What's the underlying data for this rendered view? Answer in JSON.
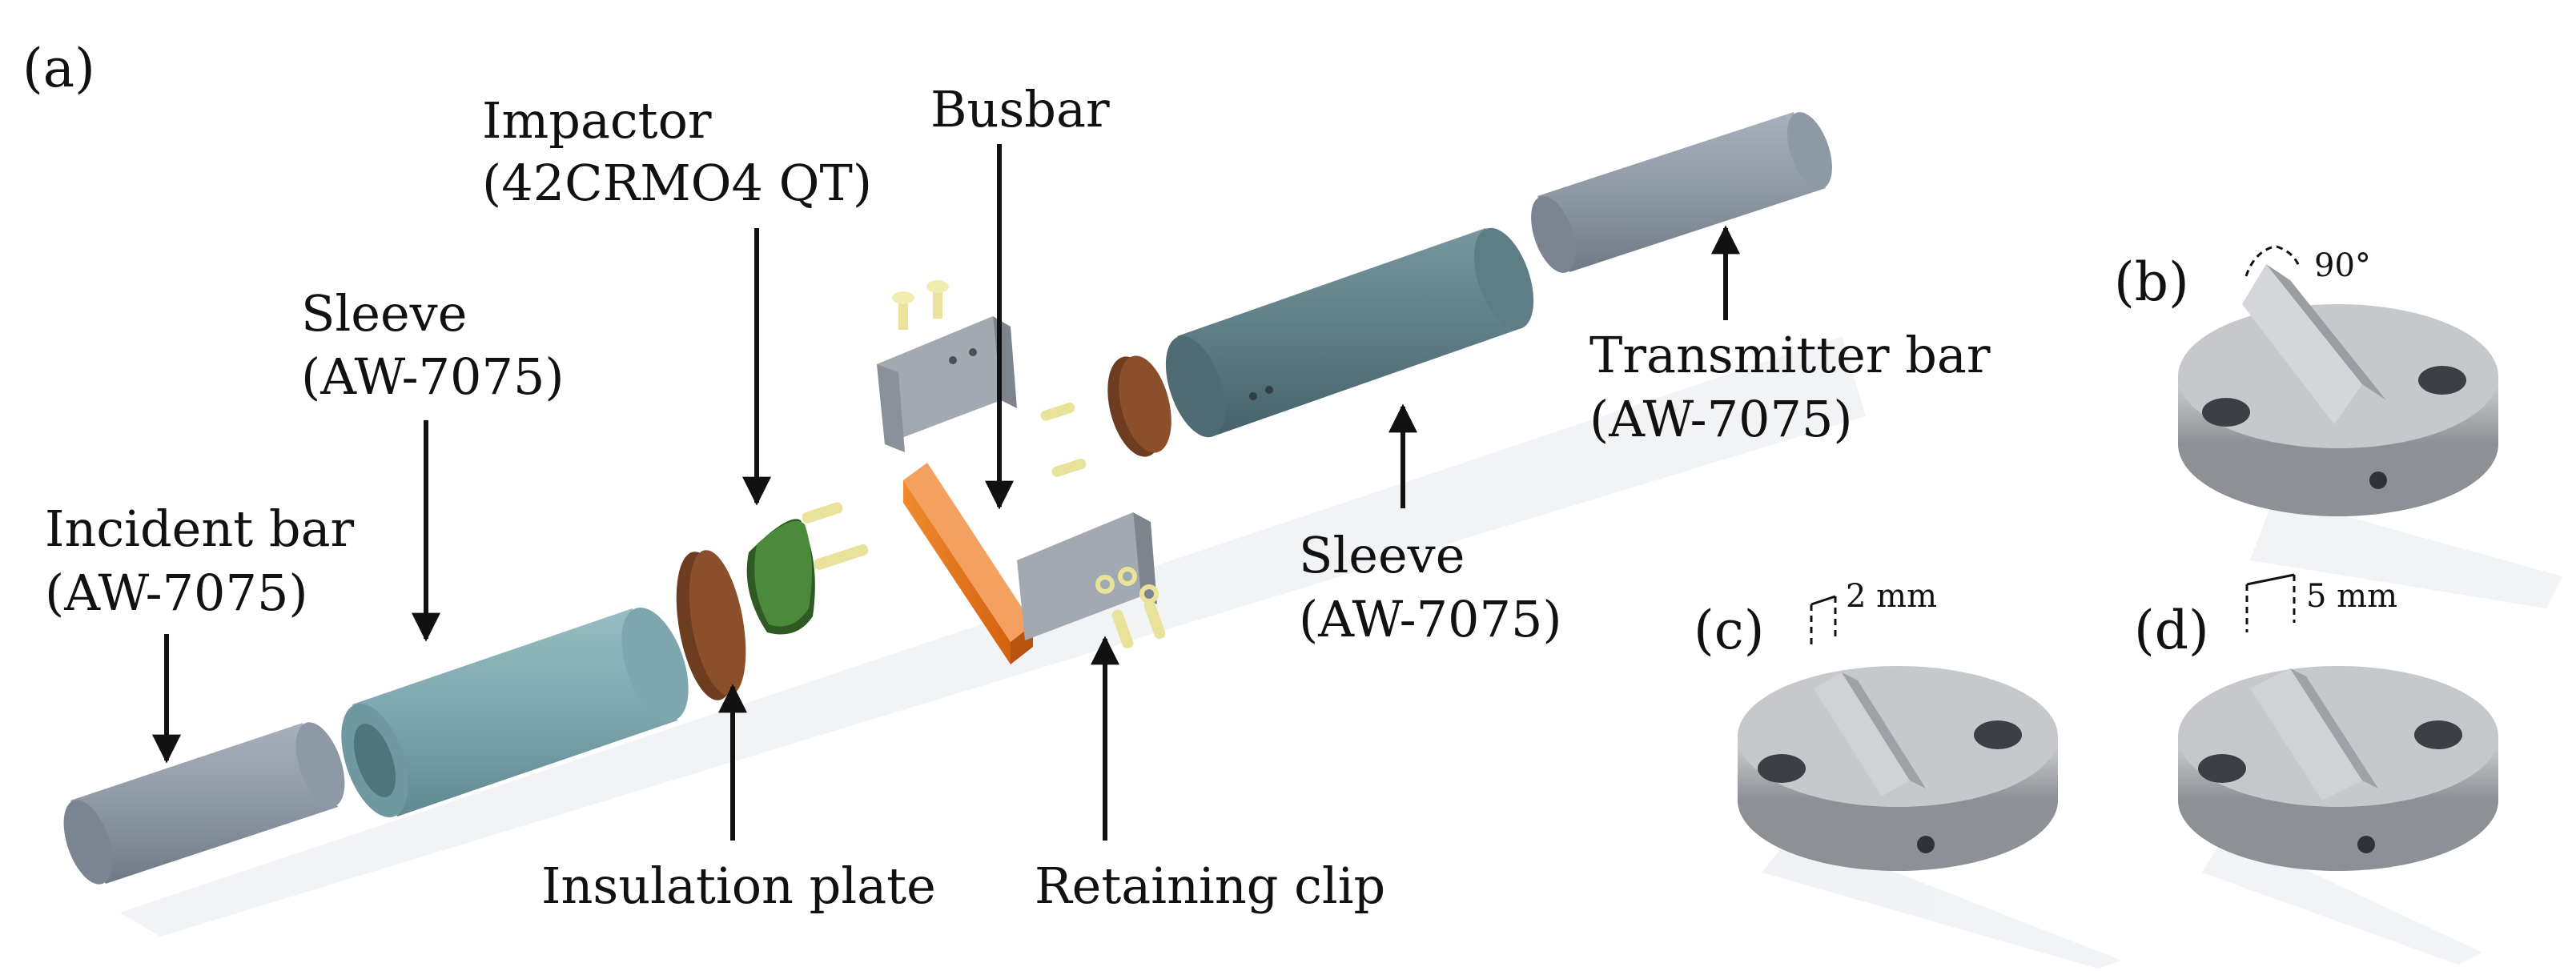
{
  "panels": {
    "a": "(a)",
    "b": "(b)",
    "c": "(c)",
    "d": "(d)"
  },
  "labels": {
    "impactor": [
      "Impactor",
      "(42CRMO4 QT)"
    ],
    "busbar": "Busbar",
    "sleeve_left": [
      "Sleeve",
      "(AW-7075)"
    ],
    "sleeve_right": [
      "Sleeve",
      "(AW-7075)"
    ],
    "incident_bar": [
      "Incident bar",
      "(AW-7075)"
    ],
    "transmitter_bar": [
      "Transmitter bar",
      "(AW-7075)"
    ],
    "insulation_plate": "Insulation plate",
    "retaining_clip": "Retaining clip"
  },
  "dimensions": {
    "b": "90°",
    "c": "2 mm",
    "d": "5 mm"
  },
  "colors": {
    "bar": "#8e99a6",
    "sleeve_left": "#7ea6ae",
    "sleeve_right": "#5f7d86",
    "insulation": "#8b4f2c",
    "impactor": "#3f7430",
    "busbar": "#e8761e",
    "clip": "#a3a9b0",
    "bolt": "#e8e29a",
    "specimen": "#b9bbbe"
  }
}
